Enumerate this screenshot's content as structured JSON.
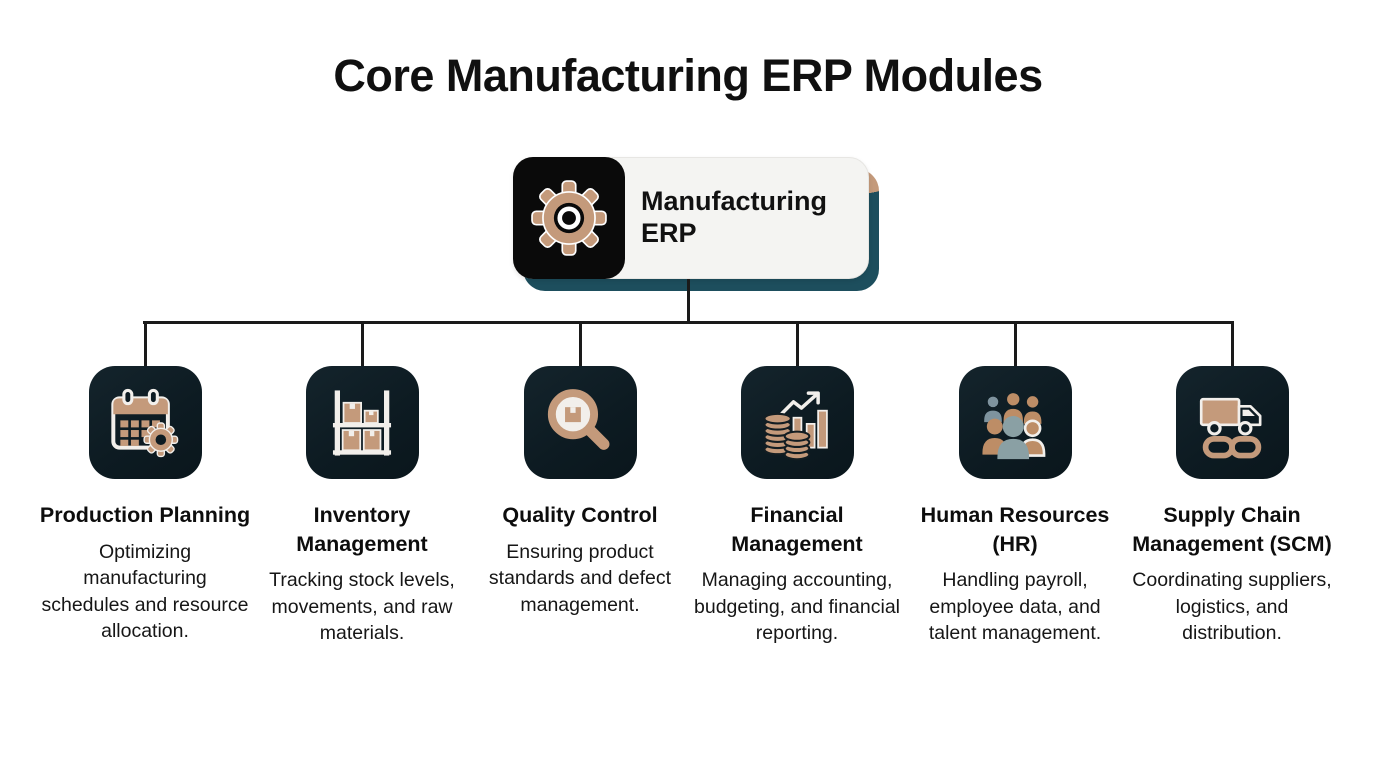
{
  "title": "Core Manufacturing ERP Modules",
  "root": {
    "label": "Manufacturing ERP",
    "icon": "gear-icon"
  },
  "modules": [
    {
      "title": "Production Planning",
      "description": "Optimizing manufacturing schedules and resource allocation.",
      "icon": "calendar-gear-icon"
    },
    {
      "title": "Inventory Management",
      "description": "Tracking stock levels, movements, and raw materials.",
      "icon": "shelf-boxes-icon"
    },
    {
      "title": "Quality Control",
      "description": "Ensuring product standards and defect management.",
      "icon": "magnifier-box-icon"
    },
    {
      "title": "Financial Management",
      "description": "Managing accounting, budgeting, and financial reporting.",
      "icon": "coins-chart-icon"
    },
    {
      "title": "Human Resources (HR)",
      "description": "Handling payroll, employee data, and talent management.",
      "icon": "people-group-icon"
    },
    {
      "title": "Supply Chain Management (SCM)",
      "description": "Coordinating suppliers, logistics, and distribution.",
      "icon": "truck-chain-icon"
    }
  ],
  "colors": {
    "tan": "#c49a7b",
    "teal": "#1d4e5d",
    "tile_dark": "#0d1b22",
    "tile_black": "#0a0a0a",
    "card_bg": "#f4f4f2",
    "line": "#1a1a1a"
  }
}
